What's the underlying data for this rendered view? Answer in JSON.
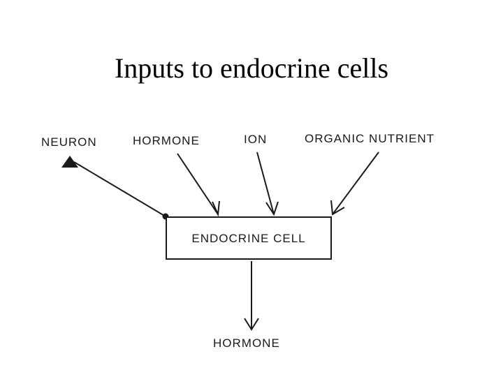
{
  "title": "Inputs to endocrine cells",
  "diagram": {
    "inputs": {
      "neuron": "NEURON",
      "hormone": "HORMONE",
      "ion": "ION",
      "organic_nutrient": "ORGANIC NUTRIENT"
    },
    "cell": "ENDOCRINE CELL",
    "output": "HORMONE"
  }
}
